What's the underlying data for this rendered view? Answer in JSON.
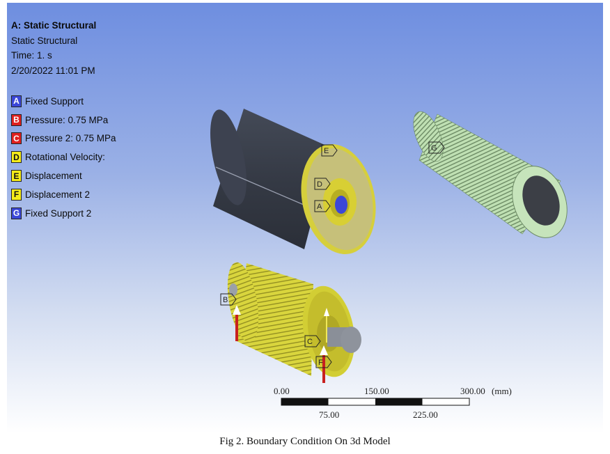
{
  "info": {
    "title": "A: Static Structural",
    "subtitle": "Static Structural",
    "time": "Time: 1. s",
    "date": "2/20/2022 11:01 PM"
  },
  "legend": [
    {
      "letter": "A",
      "label": "Fixed Support",
      "color": "#3b47d8",
      "text": "#ffffff"
    },
    {
      "letter": "B",
      "label": "Pressure: 0.75 MPa",
      "color": "#e02020",
      "text": "#ffffff"
    },
    {
      "letter": "C",
      "label": "Pressure 2: 0.75 MPa",
      "color": "#e02020",
      "text": "#ffffff"
    },
    {
      "letter": "D",
      "label": "Rotational Velocity:",
      "color": "#f5ec1a",
      "text": "#111111"
    },
    {
      "letter": "E",
      "label": "Displacement",
      "color": "#f5ec1a",
      "text": "#111111"
    },
    {
      "letter": "F",
      "label": "Displacement 2",
      "color": "#f5ec1a",
      "text": "#111111"
    },
    {
      "letter": "G",
      "label": "Fixed Support 2",
      "color": "#3b47d8",
      "text": "#ffffff"
    }
  ],
  "markers": {
    "a": "A",
    "b": "B",
    "c": "C",
    "d": "D",
    "e": "E",
    "f": "F",
    "g": "G"
  },
  "scale": {
    "top": [
      "0.00",
      "150.00",
      "300.00"
    ],
    "bottom": [
      "75.00",
      "225.00"
    ],
    "unit": "(mm)"
  },
  "caption": "Fig 2. Boundary Condition On 3d Model",
  "colors": {
    "body": "#3a3f4c",
    "face": "#c8c070",
    "yellow": "#d8d43e",
    "green": "#b7dcae",
    "blue": "#3b47d8",
    "red": "#c82020"
  }
}
